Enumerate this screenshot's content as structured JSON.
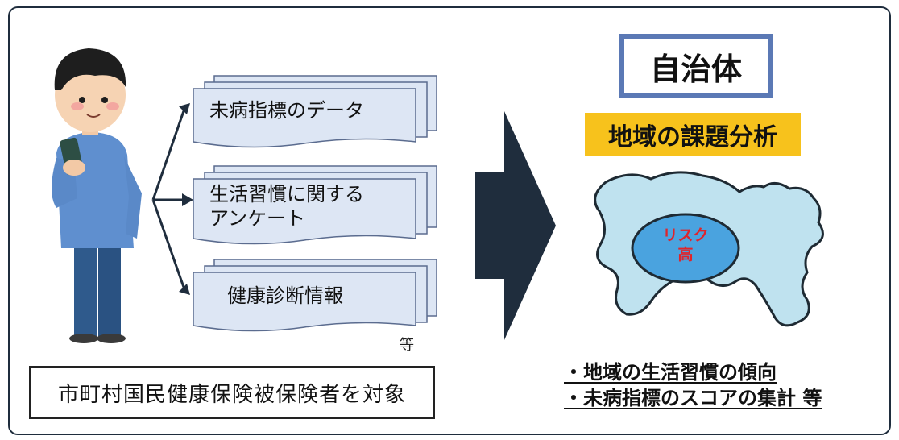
{
  "left": {
    "documents": [
      {
        "label": "未病指標のデータ"
      },
      {
        "label_lines": [
          "生活習慣に関する",
          "アンケート"
        ]
      },
      {
        "label": "健康診断情報"
      }
    ],
    "etc": "等",
    "target": "市町村国民健康保険被保険者を対象"
  },
  "right": {
    "header": "自治体",
    "analysis_title": "地域の課題分析",
    "risk_label_lines": [
      "リスク",
      "高"
    ],
    "findings": [
      "・地域の生活習慣の傾向",
      "・未病指標のスコアの集計 等"
    ]
  },
  "colors": {
    "frame": "#1f2d3d",
    "document_fill": "#dde6f4",
    "document_stroke": "#5b6c8f",
    "big_arrow": "#1f2d3d",
    "header_border": "#5b79b5",
    "analysis_fill": "#f7c21c",
    "map_fill": "#bfe2ef",
    "risk_ellipse": "#4aa3df",
    "risk_text": "#e0242b"
  },
  "icons": [
    "person-with-smartphone-icon",
    "branch-arrows-icon",
    "big-right-arrow-icon",
    "kanagawa-map-icon"
  ]
}
